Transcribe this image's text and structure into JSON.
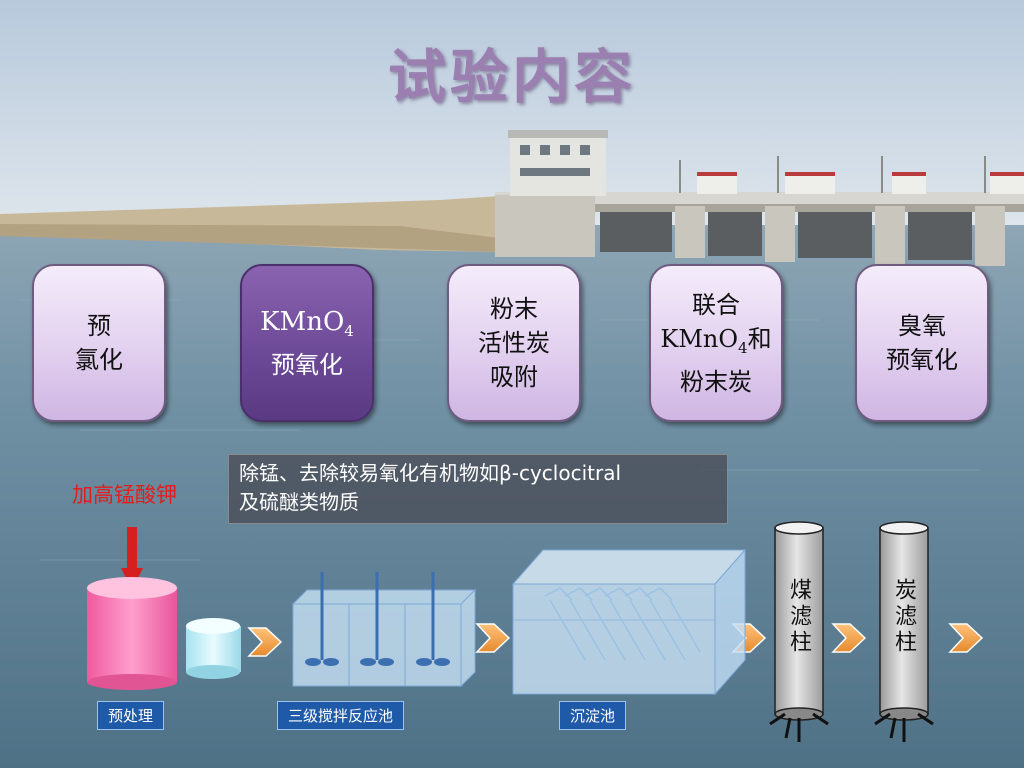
{
  "title": "试验内容",
  "cards": [
    {
      "lines": [
        "预",
        "氯化"
      ]
    },
    {
      "lines": [
        "KMnO",
        "预氧化"
      ],
      "sub": "4",
      "active": true
    },
    {
      "lines": [
        "粉末",
        "活性炭",
        "吸附"
      ]
    },
    {
      "lines": [
        "联合",
        "KMnO",
        "粉末炭"
      ],
      "sub": "4",
      "suffix": "和"
    },
    {
      "lines": [
        "臭氧",
        "预氧化"
      ]
    }
  ],
  "note": {
    "line1": "除锰、去除较易氧化有机物如β-cyclocitral",
    "line2": "及硫醚类物质"
  },
  "dosing_label": "加高锰酸钾",
  "process": {
    "pretreatment": "预处理",
    "reactor": "三级搅拌反应池",
    "settling": "沉淀池",
    "coal_filter": "煤滤柱",
    "carbon_filter": "炭滤柱"
  }
}
